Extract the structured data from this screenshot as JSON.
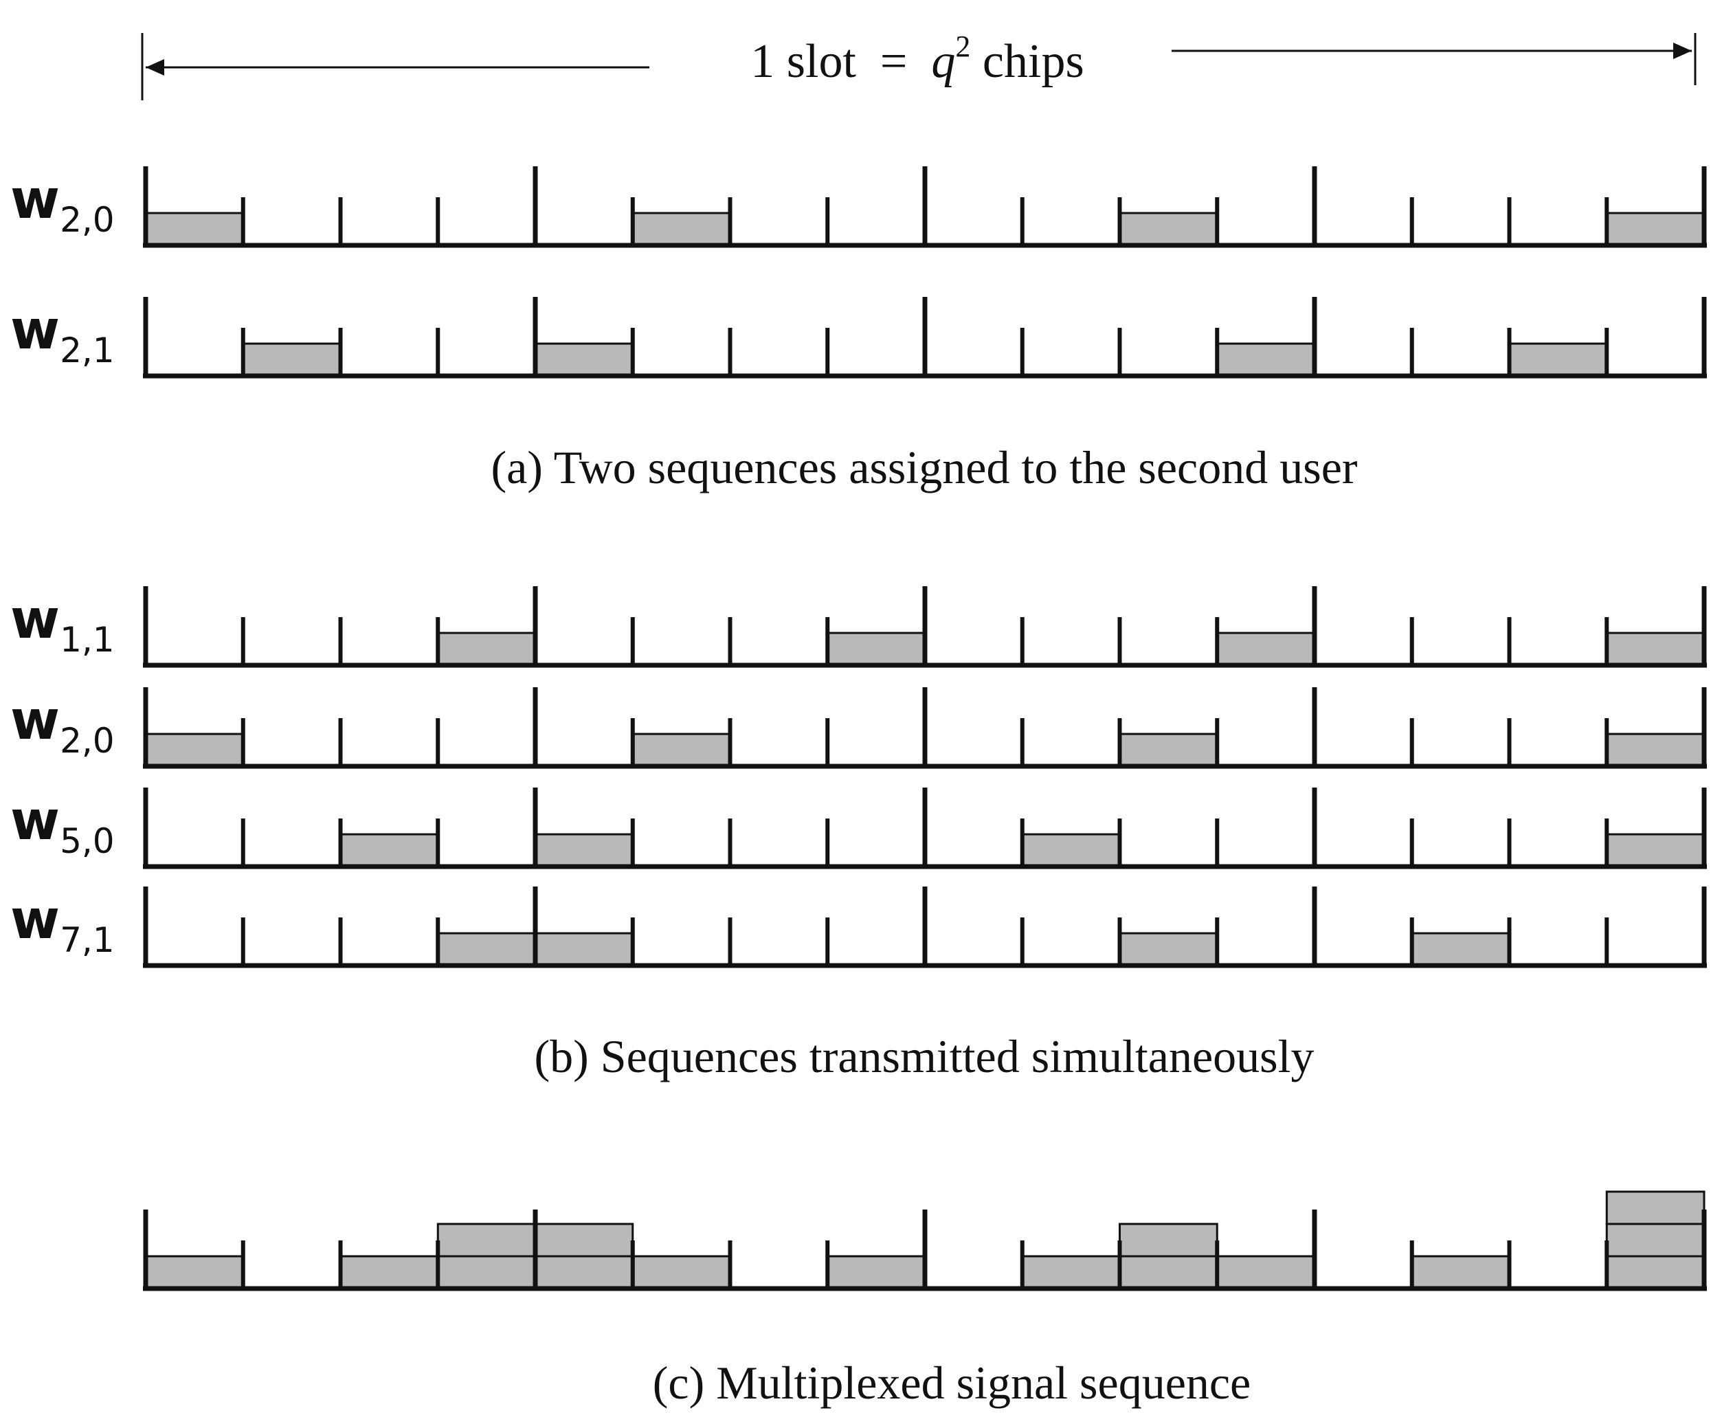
{
  "header": {
    "prefix": "1 slot  =  ",
    "q": "q",
    "exponent": "2",
    "suffix": " chips"
  },
  "colors": {
    "fill": "#b9b9b9",
    "stroke": "#111111",
    "background": "#ffffff"
  },
  "panels": [
    {
      "caption": "(a) Two sequences assigned to the second user",
      "rows": [
        {
          "label": "w",
          "sub": "2,0",
          "blocks": [
            [
              0,
              1
            ],
            [
              5,
              1
            ],
            [
              10,
              1
            ],
            [
              15,
              1
            ]
          ]
        },
        {
          "label": "w",
          "sub": "2,1",
          "blocks": [
            [
              1,
              1
            ],
            [
              4,
              1
            ],
            [
              11,
              1
            ],
            [
              14,
              1
            ]
          ]
        }
      ]
    },
    {
      "caption": "(b) Sequences transmitted simultaneously",
      "rows": [
        {
          "label": "w",
          "sub": "1,1",
          "blocks": [
            [
              3,
              1
            ],
            [
              7,
              1
            ],
            [
              11,
              1
            ],
            [
              15,
              1
            ]
          ]
        },
        {
          "label": "w",
          "sub": "2,0",
          "blocks": [
            [
              0,
              1
            ],
            [
              5,
              1
            ],
            [
              10,
              1
            ],
            [
              15,
              1
            ]
          ]
        },
        {
          "label": "w",
          "sub": "5,0",
          "blocks": [
            [
              2,
              1
            ],
            [
              4,
              1
            ],
            [
              9,
              1
            ],
            [
              15,
              1
            ]
          ]
        },
        {
          "label": "w",
          "sub": "7,1",
          "blocks": [
            [
              3,
              1
            ],
            [
              4,
              1
            ],
            [
              10,
              1
            ],
            [
              13,
              1
            ]
          ]
        }
      ]
    },
    {
      "caption": "(c) Multiplexed signal sequence",
      "stack": [
        {
          "chip": 0,
          "levels": 1
        },
        {
          "chip": 2,
          "levels": 1
        },
        {
          "chip": 3,
          "levels": 2
        },
        {
          "chip": 4,
          "levels": 2
        },
        {
          "chip": 5,
          "levels": 1
        },
        {
          "chip": 7,
          "levels": 1
        },
        {
          "chip": 9,
          "levels": 1
        },
        {
          "chip": 10,
          "levels": 2
        },
        {
          "chip": 11,
          "levels": 1
        },
        {
          "chip": 13,
          "levels": 1
        },
        {
          "chip": 15,
          "levels": 3
        }
      ]
    }
  ]
}
